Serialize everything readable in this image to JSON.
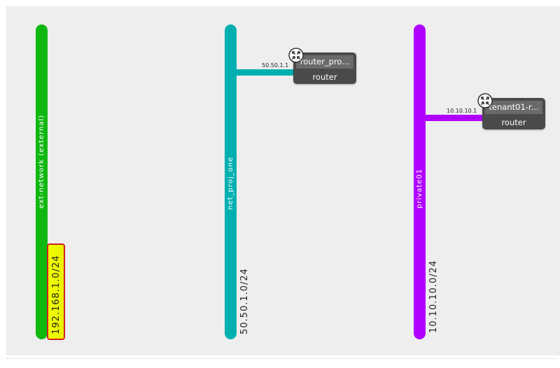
{
  "colors": {
    "external": "#11b711",
    "net_proj_one": "#00b0b0",
    "private01": "#b000ff"
  },
  "networks": [
    {
      "name": "ext-network (external)",
      "cidr": "192.168.1.0/24"
    },
    {
      "name": "net_proj_one",
      "cidr": "50.50.1.0/24"
    },
    {
      "name": "private01",
      "cidr": "10.10.10.0/24"
    }
  ],
  "routers": [
    {
      "name": "router_pro...",
      "type": "router",
      "ip": "50.50.1.1",
      "icon": "router-icon"
    },
    {
      "name": "tenant01-r...",
      "type": "router",
      "ip": "10.10.10.1",
      "icon": "router-icon"
    }
  ]
}
